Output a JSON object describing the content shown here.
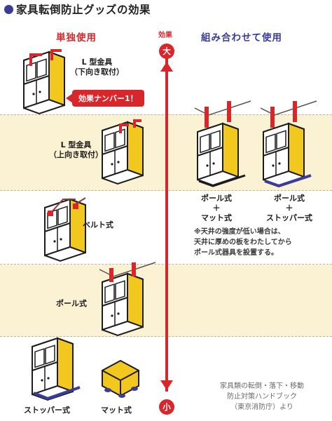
{
  "title": "家具転倒防止グッズの効果",
  "columns": {
    "single": "単独使用",
    "combined": "組み合わせて使用"
  },
  "axis": {
    "label": "効果",
    "top": "大",
    "bottom": "小"
  },
  "single_items": [
    {
      "id": "l-down",
      "label": "L 型金具\n（下向き取付）"
    },
    {
      "id": "l-up",
      "label": "L 型金具\n（上向き取付）"
    },
    {
      "id": "belt",
      "label": "ベルト式"
    },
    {
      "id": "pole",
      "label": "ポール式"
    },
    {
      "id": "stopper",
      "label": "ストッパー式"
    },
    {
      "id": "mat",
      "label": "マット式"
    }
  ],
  "badge": "効果ナンバー1！",
  "combined_items": [
    {
      "id": "pole-mat",
      "label": "ポール式\n＋\nマット式"
    },
    {
      "id": "pole-stopper",
      "label": "ポール式\n＋\nストッパー式"
    }
  ],
  "note": "※天井の強度が低い場合は、\n天井に厚めの板をわたしてから\nポール式器具を設置する。",
  "source": "家具類の転倒・落下・移動\n防止対策ハンドブック\n（東京消防庁）より",
  "colors": {
    "red": "#d8262b",
    "navy": "#3a3d96",
    "band": "#fbf2d3",
    "cabinet_side": "#f2c81f"
  }
}
